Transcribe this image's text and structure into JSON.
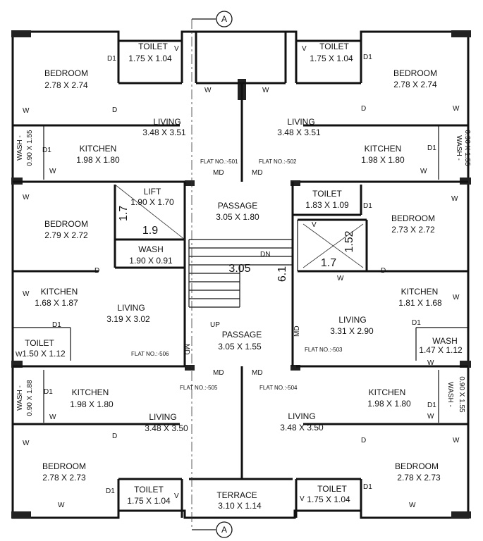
{
  "axis": {
    "label": "A"
  },
  "labels": {
    "door": "D",
    "window": "W",
    "door1": "D1",
    "main_door": "MD",
    "ventilator": "V",
    "up": "UP",
    "down": "DN"
  },
  "rooms": [
    {
      "id": "toilet-tl",
      "name": "TOILET",
      "dim": "1.75 X 1.04"
    },
    {
      "id": "toilet-tr",
      "name": "TOILET",
      "dim": "1.75 X 1.04"
    },
    {
      "id": "bedroom-501",
      "name": "BEDROOM",
      "dim": "2.78 X 2.74"
    },
    {
      "id": "bedroom-502",
      "name": "BEDROOM",
      "dim": "2.78 X 2.74"
    },
    {
      "id": "living-501",
      "name": "LIVING",
      "dim": "3.48 X 3.51"
    },
    {
      "id": "living-502",
      "name": "LIVING",
      "dim": "3.48 X 3.51"
    },
    {
      "id": "kitchen-501",
      "name": "KITCHEN",
      "dim": "1.98 X 1.80"
    },
    {
      "id": "kitchen-502",
      "name": "KITCHEN",
      "dim": "1.98 X 1.80"
    },
    {
      "id": "wash-501",
      "name": "WASH -",
      "dim": "0.90 X 1.55"
    },
    {
      "id": "wash-502",
      "name": "WASH -",
      "dim": "0.90 X 1.55"
    },
    {
      "id": "lift",
      "name": "LIFT",
      "dim": "1.90 X 1.70"
    },
    {
      "id": "passage-top",
      "name": "PASSAGE",
      "dim": "3.05 X 1.80"
    },
    {
      "id": "toilet-503",
      "name": "TOILET",
      "dim": "1.83 X 1.09"
    },
    {
      "id": "bedroom-506",
      "name": "BEDROOM",
      "dim": "2.79 X 2.72"
    },
    {
      "id": "bedroom-503",
      "name": "BEDROOM",
      "dim": "2.73 X 2.72"
    },
    {
      "id": "wash-506",
      "name": "WASH",
      "dim": "1.90 X 0.91"
    },
    {
      "id": "kitchen-506",
      "name": "KITCHEN",
      "dim": "1.68 X 1.87"
    },
    {
      "id": "kitchen-503",
      "name": "KITCHEN",
      "dim": "1.81 X 1.68"
    },
    {
      "id": "living-506",
      "name": "LIVING",
      "dim": "3.19 X 3.02"
    },
    {
      "id": "living-503",
      "name": "LIVING",
      "dim": "3.31 X 2.90"
    },
    {
      "id": "toilet-506",
      "name": "TOILET",
      "dim": "1.50 X 1.12"
    },
    {
      "id": "passage-bottom",
      "name": "PASSAGE",
      "dim": "3.05 X 1.55"
    },
    {
      "id": "wash-503",
      "name": "WASH",
      "dim": "1.47 X 1.12"
    },
    {
      "id": "wash-505",
      "name": "WASH -",
      "dim": "0.90 X 1.88"
    },
    {
      "id": "wash-504",
      "name": "WASH -",
      "dim": "0.90 X 1.55"
    },
    {
      "id": "kitchen-505",
      "name": "KITCHEN",
      "dim": "1.98 X 1.80"
    },
    {
      "id": "kitchen-504",
      "name": "KITCHEN",
      "dim": "1.98 X 1.80"
    },
    {
      "id": "living-505",
      "name": "LIVING",
      "dim": "3.48 X 3.50"
    },
    {
      "id": "living-504",
      "name": "LIVING",
      "dim": "3.48 X 3.50"
    },
    {
      "id": "bedroom-505",
      "name": "BEDROOM",
      "dim": "2.78 X 2.73"
    },
    {
      "id": "bedroom-504",
      "name": "BEDROOM",
      "dim": "2.78 X 2.73"
    },
    {
      "id": "toilet-505",
      "name": "TOILET",
      "dim": "1.75 X 1.04"
    },
    {
      "id": "toilet-504",
      "name": "TOILET",
      "dim": "1.75 X 1.04"
    },
    {
      "id": "terrace",
      "name": "TERRACE",
      "dim": "3.10 X 1.14"
    }
  ],
  "flats": [
    "FLAT NO.:-501",
    "FLAT NO.:-502",
    "FLAT NO.:-506",
    "FLAT NO.:-503",
    "FLAT NO.:-505",
    "FLAT NO.:-504"
  ],
  "handwritten": {
    "lift_side": "1.7",
    "lift_bottom": "1.9",
    "stair_width": "3.05",
    "stair_side": "6.1",
    "duct_side": "1.52",
    "duct_bottom": "1.7"
  }
}
